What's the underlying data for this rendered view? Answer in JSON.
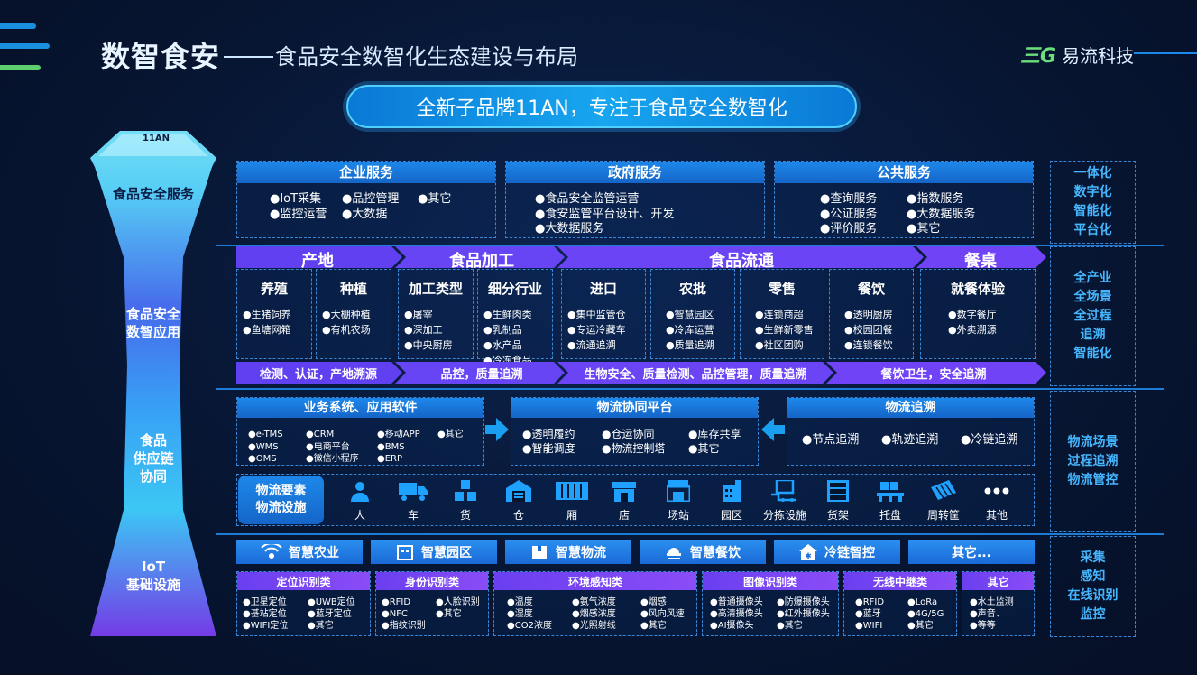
{
  "header": {
    "title": "数智食安",
    "subtitle": "食品安全数智化生态建设与布局",
    "logo_mark": "三G",
    "logo_text": "易流科技"
  },
  "banner": "全新子品牌11AN，专注于食品安全数智化",
  "tower_labels": {
    "service": "食品安全服务",
    "app1": "食品安全",
    "app2": "数智应用",
    "supply1": "食品",
    "supply2": "供应链",
    "supply3": "协同",
    "iot1": "IoT",
    "iot2": "基础设施",
    "badge": "11AN"
  },
  "services": [
    {
      "title": "企业服务",
      "items": [
        "●IoT采集",
        "●品控管理",
        "●其它",
        "●监控运营",
        "●大数据"
      ]
    },
    {
      "title": "政府服务",
      "items": [
        "●食品安全监管运营",
        "●食安监管平台设计、开发",
        "●大数据服务"
      ]
    },
    {
      "title": "公共服务",
      "items": [
        "●查询服务",
        "●指数服务",
        "●公证服务",
        "●大数据服务",
        "●评价服务",
        "●其它"
      ]
    }
  ],
  "stages": [
    "产地",
    "食品加工",
    "食品流通",
    "餐桌"
  ],
  "app_cols": [
    {
      "title": "养殖",
      "items": [
        "●生猪饲养",
        "●鱼塘网箱"
      ]
    },
    {
      "title": "种植",
      "items": [
        "●大棚种植",
        "●有机农场"
      ]
    },
    {
      "title": "加工类型",
      "items": [
        "●屠宰",
        "●深加工",
        "●中央厨房"
      ]
    },
    {
      "title": "细分行业",
      "items": [
        "●生鲜肉类",
        "●乳制品",
        "●水产品",
        "●冷冻食品"
      ]
    },
    {
      "title": "进口",
      "items": [
        "●集中监管仓",
        "●专运冷藏车",
        "●流通追溯"
      ]
    },
    {
      "title": "农批",
      "items": [
        "●智慧园区",
        "●冷库运营",
        "●质量追溯"
      ]
    },
    {
      "title": "零售",
      "items": [
        "●连锁商超",
        "●生鲜新零售",
        "●社区团购"
      ]
    },
    {
      "title": "餐饮",
      "items": [
        "●透明厨房",
        "●校园团餐",
        "●连锁餐饮"
      ]
    },
    {
      "title": "就餐体验",
      "items": [
        "●数字餐厅",
        "●外卖溯源"
      ]
    }
  ],
  "bottom_bars": [
    "检测、认证，产地溯源",
    "品控，质量追溯",
    "生物安全、质量检测、品控管理，质量追溯",
    "餐饮卫生，安全追溯"
  ],
  "supply": [
    {
      "title": "业务系统、应用软件",
      "items": [
        "●e-TMS",
        "●CRM",
        "●移动APP",
        "●其它",
        "●WMS",
        "●电商平台",
        "●BMS",
        "●OMS",
        "●微信小程序",
        "●ERP"
      ]
    },
    {
      "title": "物流协同平台",
      "items": [
        "●透明履约",
        "●仓运协同",
        "●库存共享",
        "●智能调度",
        "●物流控制塔",
        "●其它"
      ]
    },
    {
      "title": "物流追溯",
      "items": [
        "●节点追溯",
        "●轨迹追溯",
        "●冷链追溯"
      ]
    }
  ],
  "elements_label": [
    "物流要素",
    "物流设施"
  ],
  "elements": [
    {
      "label": "人",
      "icon": "person-icon"
    },
    {
      "label": "车",
      "icon": "truck-icon"
    },
    {
      "label": "货",
      "icon": "boxes-icon"
    },
    {
      "label": "仓",
      "icon": "warehouse-icon"
    },
    {
      "label": "厢",
      "icon": "container-icon"
    },
    {
      "label": "店",
      "icon": "store-icon"
    },
    {
      "label": "场站",
      "icon": "station-icon"
    },
    {
      "label": "园区",
      "icon": "park-icon"
    },
    {
      "label": "分拣设施",
      "icon": "sorting-icon"
    },
    {
      "label": "货架",
      "icon": "shelf-icon"
    },
    {
      "label": "托盘",
      "icon": "pallet-icon"
    },
    {
      "label": "周转筐",
      "icon": "crate-icon"
    },
    {
      "label": "其他",
      "icon": "more-icon"
    }
  ],
  "iot_top": [
    "智慧农业",
    "智慧园区",
    "智慧物流",
    "智慧餐饮",
    "冷链智控",
    "其它..."
  ],
  "iot_bottom": [
    {
      "title": "定位识别类",
      "items": [
        "●卫星定位",
        "●UWB定位",
        "●基站定位",
        "●蓝牙定位",
        "●WIFI定位",
        "●其它"
      ]
    },
    {
      "title": "身份识别类",
      "items": [
        "●RFID",
        "●人脸识别",
        "●NFC",
        "●其它",
        "●指纹识别"
      ]
    },
    {
      "title": "环境感知类",
      "items": [
        "●温度",
        "●氨气浓度",
        "●烟感",
        "●湿度",
        "●烟感浓度",
        "●风向风速",
        "●CO2浓度",
        "●光照射线",
        "●其它"
      ]
    },
    {
      "title": "图像识别类",
      "items": [
        "●普通摄像头",
        "●防爆摄像头",
        "●高清摄像头",
        "●红外摄像头",
        "●AI摄像头",
        "●其它"
      ]
    },
    {
      "title": "无线中继类",
      "items": [
        "●RFID",
        "●LoRa",
        "●蓝牙",
        "●4G/5G",
        "●WIFI",
        "●其它"
      ]
    },
    {
      "title": "其它",
      "items": [
        "●水土监测",
        "●声音、",
        "●等等"
      ]
    }
  ],
  "right_labels": [
    [
      "一体化",
      "数字化",
      "智能化",
      "平台化"
    ],
    [
      "全产业",
      "全场景",
      "全过程",
      "追溯",
      "智能化"
    ],
    [
      "物流场景",
      "过程追溯",
      "物流管控"
    ],
    [
      "采集",
      "感知",
      "在线识别",
      "监控"
    ]
  ],
  "colors": {
    "accent": "#1d88ea",
    "purple": "#6a3ff0",
    "highlight": "#46b7ff",
    "bg": "#07142e"
  }
}
